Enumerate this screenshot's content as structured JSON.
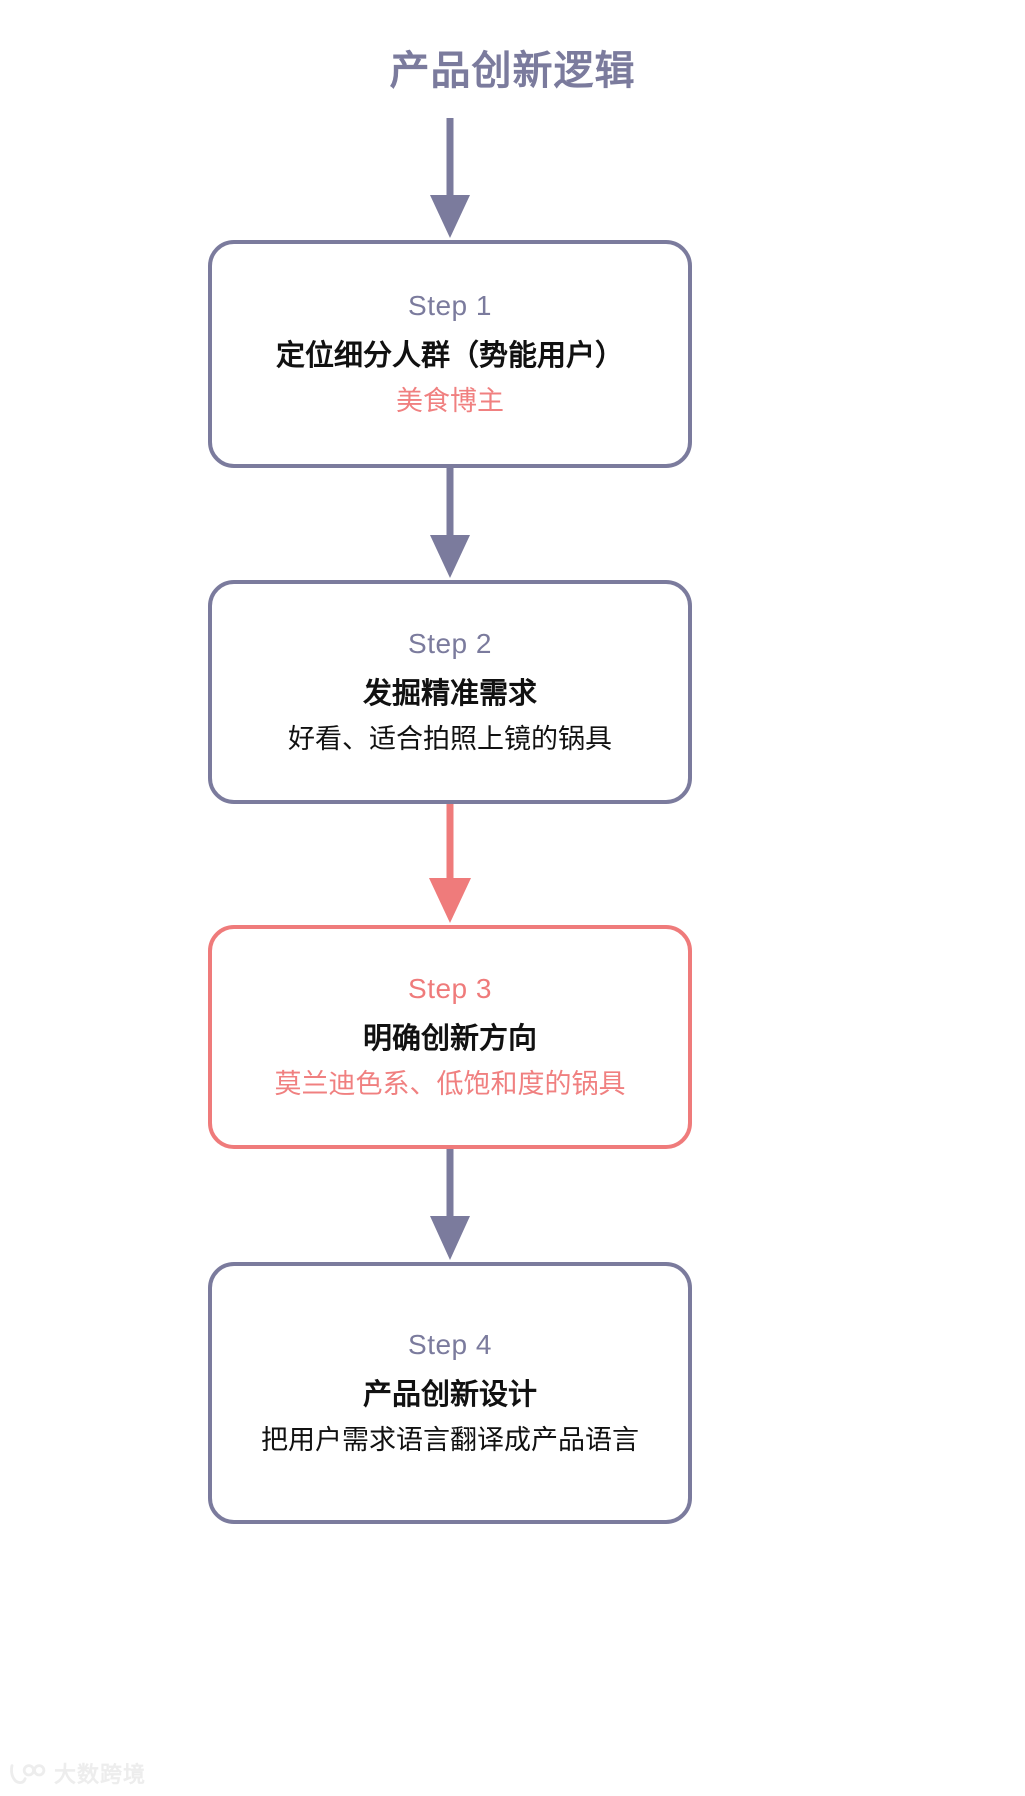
{
  "title": "产品创新逻辑",
  "theme": {
    "primary": "#7B7B9D",
    "accent": "#EF7B7B",
    "accent_text": "#F08080",
    "text": "#111111",
    "background": "#FFFFFF",
    "watermark": "#EDEDED"
  },
  "flow": {
    "nodes": [
      {
        "id": "step-1",
        "step_label": "Step 1",
        "heading": "定位细分人群（势能用户）",
        "detail": "美食博主",
        "detail_color": "accent",
        "highlighted": false
      },
      {
        "id": "step-2",
        "step_label": "Step 2",
        "heading": "发掘精准需求",
        "detail": "好看、适合拍照上镜的锅具",
        "detail_color": "normal",
        "highlighted": false
      },
      {
        "id": "step-3",
        "step_label": "Step 3",
        "heading": "明确创新方向",
        "detail": "莫兰迪色系、低饱和度的锅具",
        "detail_color": "accent",
        "highlighted": true
      },
      {
        "id": "step-4",
        "step_label": "Step 4",
        "heading": "产品创新设计",
        "detail": "把用户需求语言翻译成产品语言",
        "detail_color": "normal",
        "highlighted": false
      }
    ],
    "connectors": [
      {
        "id": "title-to-step-1",
        "from": "title",
        "to": "step-1",
        "color": "#7B7B9D"
      },
      {
        "id": "step-1-to-step-2",
        "from": "step-1",
        "to": "step-2",
        "color": "#7B7B9D"
      },
      {
        "id": "step-2-to-step-3",
        "from": "step-2",
        "to": "step-3",
        "color": "#EF7B7B"
      },
      {
        "id": "step-3-to-step-4",
        "from": "step-3",
        "to": "step-4",
        "color": "#7B7B9D"
      }
    ]
  },
  "watermark": {
    "text": "大数跨境",
    "icon": "logo-icon"
  }
}
